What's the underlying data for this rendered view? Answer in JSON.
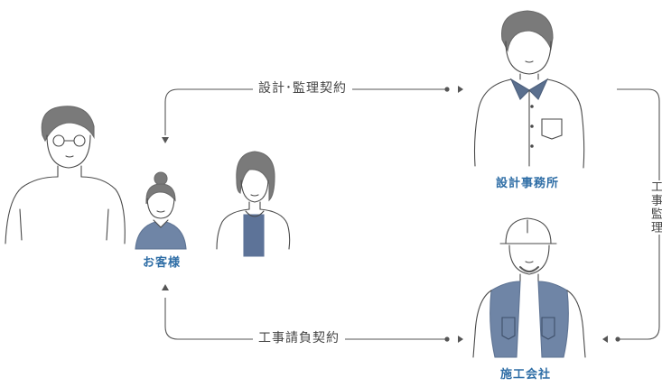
{
  "colors": {
    "accent": "#2f6ea6",
    "line": "#555555",
    "sketch": "#4a4a4a",
    "hair": "#7a7a7a",
    "vest": "#6f85a6",
    "collar": "#5a6f8e"
  },
  "contracts": {
    "design": "設計･監理契約",
    "construction": "工事請負契約",
    "supervision": "工事監理"
  },
  "actors": {
    "client": "お客様",
    "architect": "設計事務所",
    "builder": "施工会社"
  },
  "icons": [
    "arrow-right-icon",
    "arrow-down-icon",
    "arrow-up-icon",
    "arrow-left-icon"
  ]
}
